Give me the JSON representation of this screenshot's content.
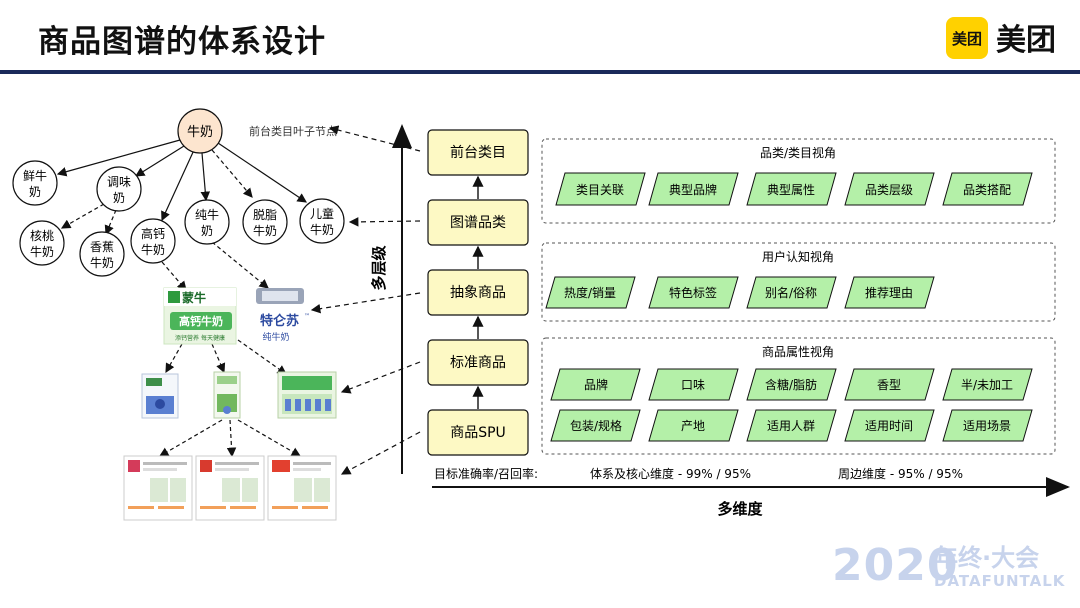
{
  "header": {
    "title": "商品图谱的体系设计",
    "logo_box": "美团",
    "logo_text": "美团"
  },
  "tree": {
    "root": "牛奶",
    "root_note": "前台类目叶子节点",
    "nodes": [
      {
        "id": "fresh",
        "lines": [
          "鲜牛",
          "奶"
        ]
      },
      {
        "id": "flavored",
        "lines": [
          "调味",
          "奶"
        ]
      },
      {
        "id": "walnut",
        "lines": [
          "核桃",
          "牛奶"
        ]
      },
      {
        "id": "banana",
        "lines": [
          "香蕉",
          "牛奶"
        ]
      },
      {
        "id": "calcium",
        "lines": [
          "高钙",
          "牛奶"
        ]
      },
      {
        "id": "pure",
        "lines": [
          "纯牛",
          "奶"
        ]
      },
      {
        "id": "skim",
        "lines": [
          "脱脂",
          "牛奶"
        ]
      },
      {
        "id": "kids",
        "lines": [
          "儿童",
          "牛奶"
        ]
      }
    ]
  },
  "products": {
    "mengniu_brand": "蒙牛",
    "mengniu_name": "高钙牛奶",
    "mengniu_sub": "添钙营养  每天健康",
    "telunsu_brand": "特仑苏",
    "telunsu_tm": "™",
    "telunsu_sub": "纯牛奶"
  },
  "levels": {
    "axis_label": "多层级",
    "boxes": [
      "前台类目",
      "图谱品类",
      "抽象商品",
      "标准商品",
      "商品SPU"
    ]
  },
  "panels": [
    {
      "title": "品类/类目视角",
      "tags": [
        "类目关联",
        "典型品牌",
        "典型属性",
        "品类层级",
        "品类搭配"
      ]
    },
    {
      "title": "用户认知视角",
      "tags": [
        "热度/销量",
        "特色标签",
        "别名/俗称",
        "推荐理由"
      ]
    },
    {
      "title": "商品属性视角",
      "tags": [
        "品牌",
        "口味",
        "含糖/脂肪",
        "香型",
        "半/未加工",
        "包装/规格",
        "产地",
        "适用人群",
        "适用时间",
        "适用场景"
      ]
    }
  ],
  "metrics": {
    "label": "目标准确率/召回率:",
    "core": "体系及核心维度 - 99% / 95%",
    "peripheral": "周边维度 - 95% / 95%"
  },
  "x_axis_label": "多维度",
  "watermark": {
    "year": "2020",
    "event": "年终·大会",
    "brand": "DATAFUNTALK"
  },
  "colors": {
    "level_fill": "#fdf9c4",
    "tag_fill": "#b4f0a8",
    "root_fill": "#fde5cf",
    "header_line": "#1a2a5a",
    "logo_yellow": "#ffd100"
  }
}
